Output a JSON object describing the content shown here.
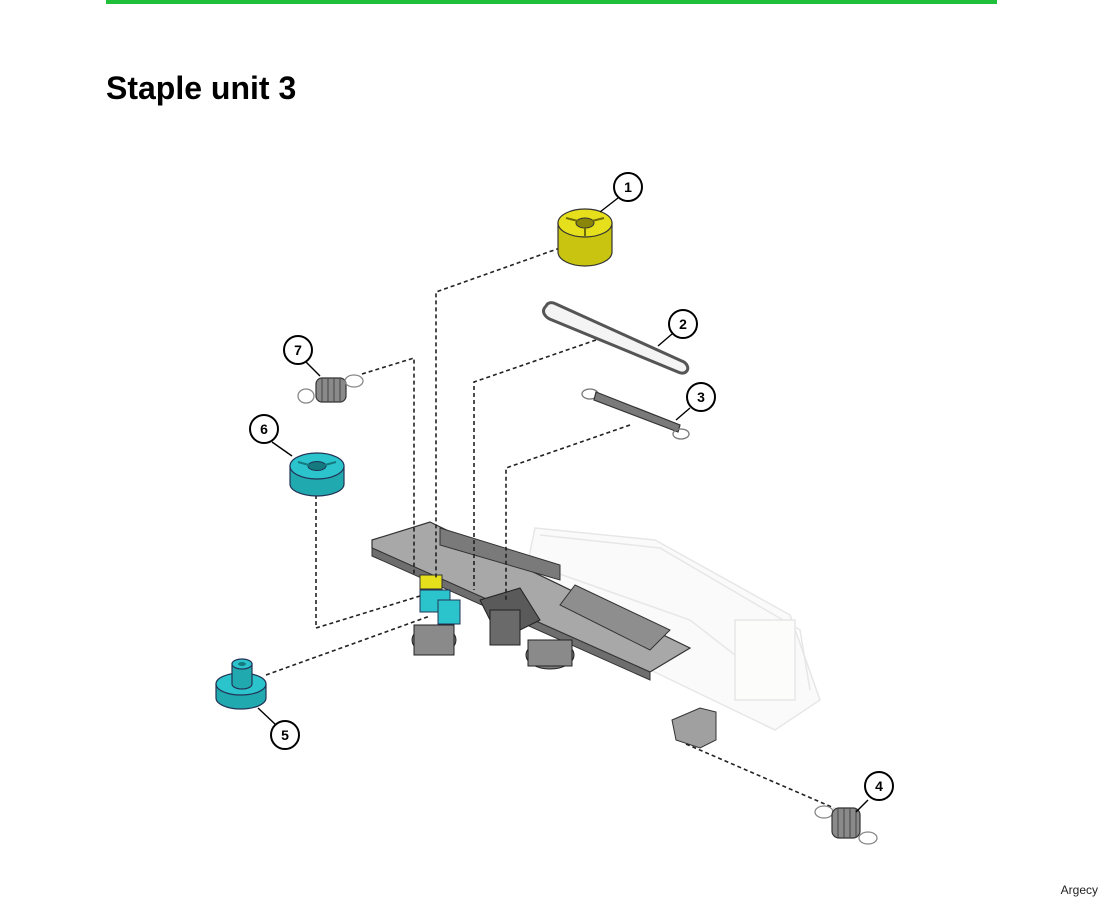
{
  "header": {
    "title": "Staple unit 3",
    "rule_color": "#1fbf3a"
  },
  "diagram": {
    "callouts": [
      "1",
      "2",
      "3",
      "4",
      "5",
      "6",
      "7"
    ],
    "part_colors": {
      "gear_1": "#e6e01c",
      "gear_5": "#2cc4cc",
      "gear_6": "#2cc4cc",
      "springs": "#6e6e6e",
      "assembly": "#9a9a9a"
    }
  },
  "footer": {
    "brand": "Argecy"
  }
}
